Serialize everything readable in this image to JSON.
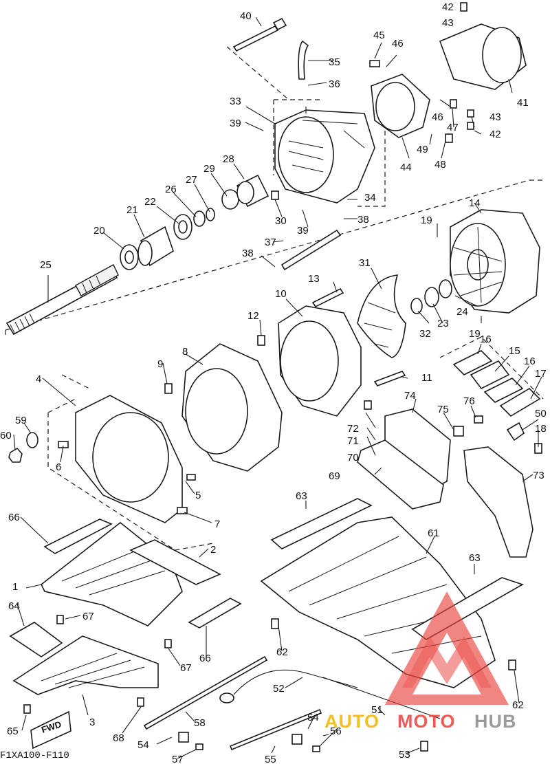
{
  "diagram": {
    "code": "F1XA100-F110",
    "fwd_label": "FWD",
    "callouts": [
      {
        "id": "c1",
        "text": "1"
      },
      {
        "id": "c2",
        "text": "2"
      },
      {
        "id": "c3",
        "text": "3"
      },
      {
        "id": "c4",
        "text": "4"
      },
      {
        "id": "c5",
        "text": "5"
      },
      {
        "id": "c6",
        "text": "6"
      },
      {
        "id": "c7",
        "text": "7"
      },
      {
        "id": "c8",
        "text": "8"
      },
      {
        "id": "c9",
        "text": "9"
      },
      {
        "id": "c10",
        "text": "10"
      },
      {
        "id": "c11",
        "text": "11"
      },
      {
        "id": "c12",
        "text": "12"
      },
      {
        "id": "c13",
        "text": "13"
      },
      {
        "id": "c14",
        "text": "14"
      },
      {
        "id": "c15",
        "text": "15"
      },
      {
        "id": "c16a",
        "text": "16"
      },
      {
        "id": "c16b",
        "text": "16"
      },
      {
        "id": "c17",
        "text": "17"
      },
      {
        "id": "c18",
        "text": "18"
      },
      {
        "id": "c19a",
        "text": "19"
      },
      {
        "id": "c19b",
        "text": "19"
      },
      {
        "id": "c20",
        "text": "20"
      },
      {
        "id": "c21",
        "text": "21"
      },
      {
        "id": "c22",
        "text": "22"
      },
      {
        "id": "c23",
        "text": "23"
      },
      {
        "id": "c24",
        "text": "24"
      },
      {
        "id": "c25",
        "text": "25"
      },
      {
        "id": "c26",
        "text": "26"
      },
      {
        "id": "c27",
        "text": "27"
      },
      {
        "id": "c28",
        "text": "28"
      },
      {
        "id": "c29",
        "text": "29"
      },
      {
        "id": "c30",
        "text": "30"
      },
      {
        "id": "c31",
        "text": "31"
      },
      {
        "id": "c32",
        "text": "32"
      },
      {
        "id": "c33",
        "text": "33"
      },
      {
        "id": "c34",
        "text": "34"
      },
      {
        "id": "c35",
        "text": "35"
      },
      {
        "id": "c36",
        "text": "36"
      },
      {
        "id": "c37",
        "text": "37"
      },
      {
        "id": "c38a",
        "text": "38"
      },
      {
        "id": "c38b",
        "text": "38"
      },
      {
        "id": "c39a",
        "text": "39"
      },
      {
        "id": "c39b",
        "text": "39"
      },
      {
        "id": "c40",
        "text": "40"
      },
      {
        "id": "c41",
        "text": "41"
      },
      {
        "id": "c42a",
        "text": "42"
      },
      {
        "id": "c42b",
        "text": "42"
      },
      {
        "id": "c43a",
        "text": "43"
      },
      {
        "id": "c43b",
        "text": "43"
      },
      {
        "id": "c44",
        "text": "44"
      },
      {
        "id": "c45",
        "text": "45"
      },
      {
        "id": "c46a",
        "text": "46"
      },
      {
        "id": "c46b",
        "text": "46"
      },
      {
        "id": "c47",
        "text": "47"
      },
      {
        "id": "c48",
        "text": "48"
      },
      {
        "id": "c49",
        "text": "49"
      },
      {
        "id": "c50",
        "text": "50"
      },
      {
        "id": "c51",
        "text": "51"
      },
      {
        "id": "c52",
        "text": "52"
      },
      {
        "id": "c53",
        "text": "53"
      },
      {
        "id": "c54a",
        "text": "54"
      },
      {
        "id": "c54b",
        "text": "54"
      },
      {
        "id": "c55",
        "text": "55"
      },
      {
        "id": "c56",
        "text": "56"
      },
      {
        "id": "c57",
        "text": "57"
      },
      {
        "id": "c58",
        "text": "58"
      },
      {
        "id": "c59",
        "text": "59"
      },
      {
        "id": "c60",
        "text": "60"
      },
      {
        "id": "c61",
        "text": "61"
      },
      {
        "id": "c62a",
        "text": "62"
      },
      {
        "id": "c62b",
        "text": "62"
      },
      {
        "id": "c63a",
        "text": "63"
      },
      {
        "id": "c63b",
        "text": "63"
      },
      {
        "id": "c64",
        "text": "64"
      },
      {
        "id": "c65",
        "text": "65"
      },
      {
        "id": "c66a",
        "text": "66"
      },
      {
        "id": "c66b",
        "text": "66"
      },
      {
        "id": "c67a",
        "text": "67"
      },
      {
        "id": "c67b",
        "text": "67"
      },
      {
        "id": "c68",
        "text": "68"
      },
      {
        "id": "c69",
        "text": "69"
      },
      {
        "id": "c70",
        "text": "70"
      },
      {
        "id": "c71",
        "text": "71"
      },
      {
        "id": "c72",
        "text": "72"
      },
      {
        "id": "c73",
        "text": "73"
      },
      {
        "id": "c74",
        "text": "74"
      },
      {
        "id": "c75",
        "text": "75"
      },
      {
        "id": "c76",
        "text": "76"
      }
    ]
  },
  "watermark": {
    "auto": "AUTO",
    "moto": "MOTO",
    "hub": "HUB",
    "color_red": "#e8403a",
    "color_gold": "#f0b400",
    "color_grey": "#8a8a8a"
  }
}
